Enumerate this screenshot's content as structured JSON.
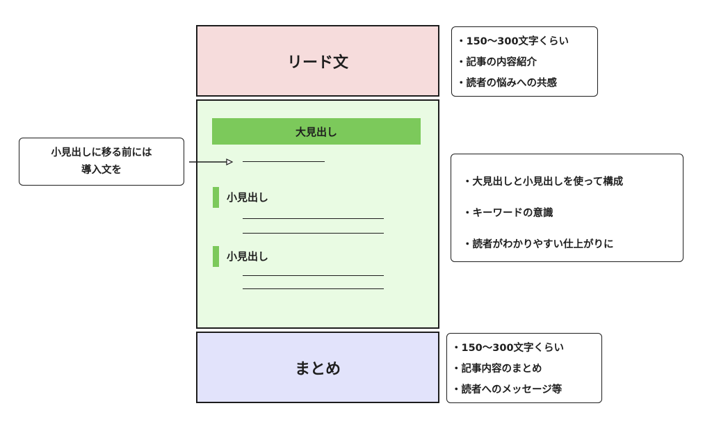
{
  "lead": {
    "label": "リード文",
    "notes": [
      "150〜300文字くらい",
      "記事の内容紹介",
      "読者の悩みへの共感"
    ]
  },
  "body": {
    "heading": "大見出し",
    "subheadings": [
      "小見出し",
      "小見出し"
    ],
    "notes": [
      "大見出しと小見出しを使って構成",
      "キーワードの意識",
      "読者がわかりやすい仕上がりに"
    ]
  },
  "summary": {
    "label": "まとめ",
    "notes": [
      "150〜300文字くらい",
      "記事内容のまとめ",
      "読者へのメッセージ等"
    ]
  },
  "intro_note": {
    "line1": "小見出しに移る前には",
    "line2": "導入文を"
  },
  "colors": {
    "lead_fill": "#f6dcdc",
    "body_fill": "#e9fbe3",
    "heading_fill": "#7cc95b",
    "summary_fill": "#e2e3fb",
    "border": "#1c1c1c"
  }
}
